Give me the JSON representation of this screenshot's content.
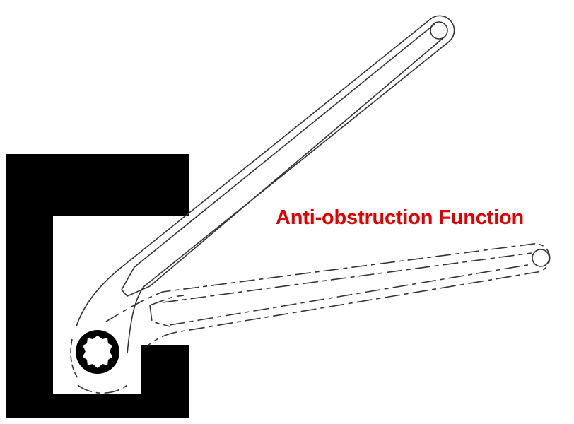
{
  "caption": "Anti-obstruction Function",
  "colors": {
    "caption": "#e00000",
    "obstacle": "#000000",
    "outline": "#333333"
  },
  "figure": {
    "subject": "ring-wrench-icon",
    "positions": [
      "solid-position",
      "dashed-position"
    ]
  }
}
